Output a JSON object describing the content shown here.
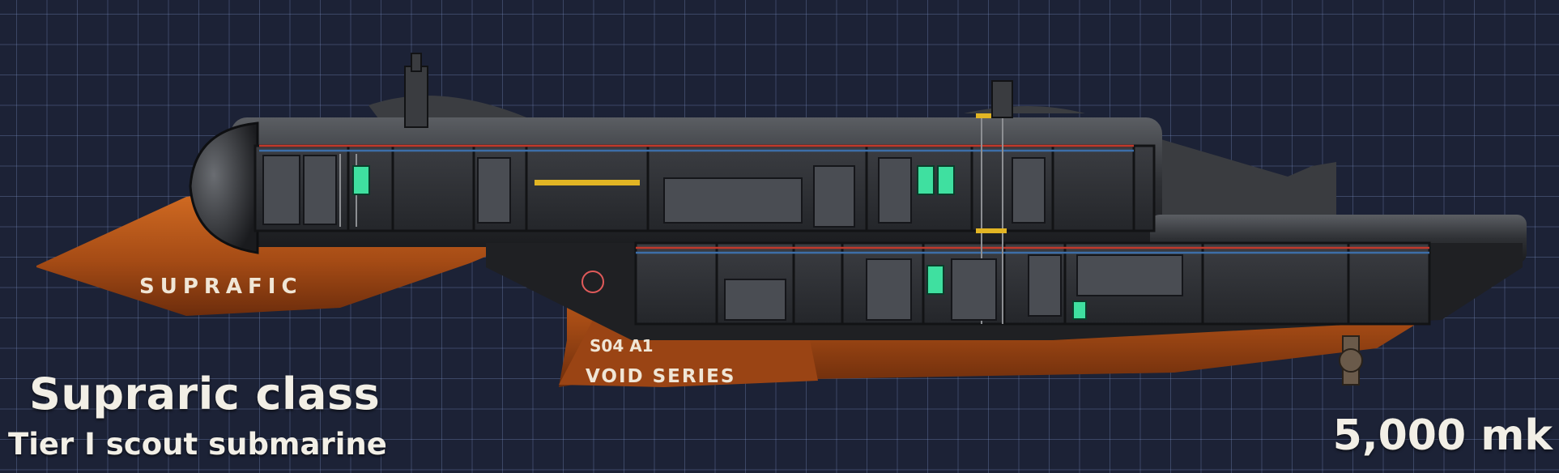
{
  "submarine": {
    "class_name": "Supraric class",
    "description": "Tier I scout submarine",
    "price": "5,000 mk",
    "hull_marking_bow": "SUPRAFIC",
    "hull_marking_code": "S04 A1",
    "hull_marking_series": "VOID SERIES"
  },
  "colors": {
    "background": "#1c2236",
    "grid": "#5a6891",
    "hull_orange": "#b85a1c",
    "hull_dark": "#2a2c30",
    "caption_text": "#f2efe6"
  }
}
